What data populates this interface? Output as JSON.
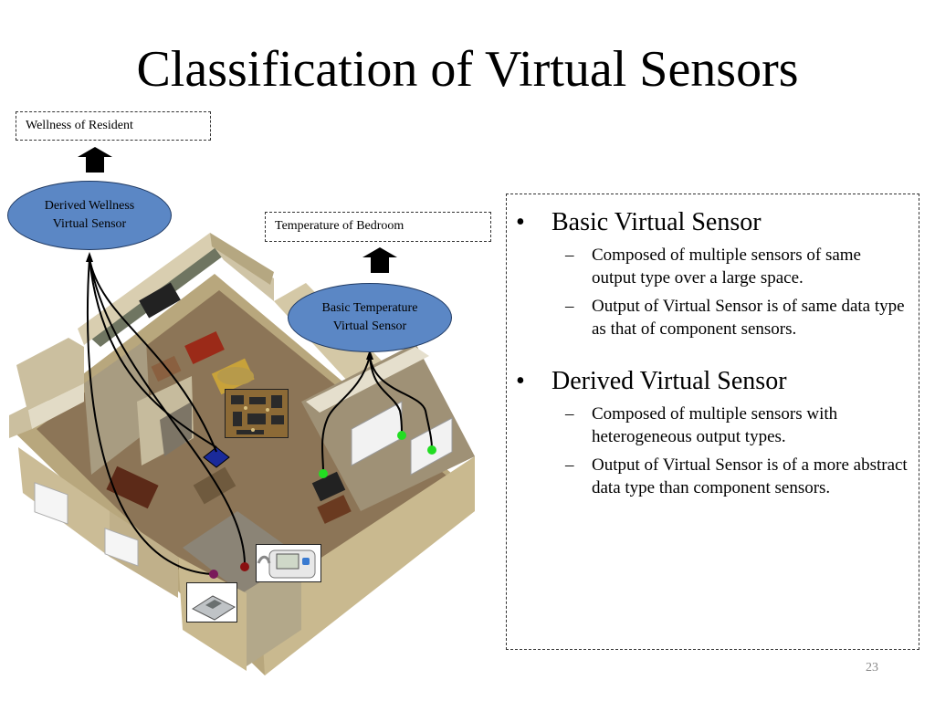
{
  "slide": {
    "title": "Classification of Virtual Sensors",
    "page_number": "23"
  },
  "diagram": {
    "wellness_label": "Wellness of Resident",
    "derived_sensor_line1": "Derived Wellness",
    "derived_sensor_line2": "Virtual Sensor",
    "temperature_label": "Temperature of Bedroom",
    "basic_sensor_line1": "Basic Temperature",
    "basic_sensor_line2": "Virtual Sensor",
    "colors": {
      "ellipse_fill": "#5b87c5",
      "ellipse_border": "#203a63",
      "temp_sensor_dot": "#22dd22",
      "scale_sensor_dot": "#7a1a5a",
      "bp_sensor_dot": "#8a1010",
      "motion_sensor": "#1a2a9a"
    }
  },
  "bullets": [
    {
      "label": "Basic Virtual Sensor",
      "sub": [
        "Composed of multiple sensors of same output type over a large space.",
        "Output of Virtual Sensor is of same data type as that of component sensors."
      ]
    },
    {
      "label": "Derived Virtual Sensor",
      "sub": [
        "Composed of multiple sensors with heterogeneous output types.",
        "Output of Virtual Sensor is of a more abstract data type than component sensors."
      ]
    }
  ]
}
